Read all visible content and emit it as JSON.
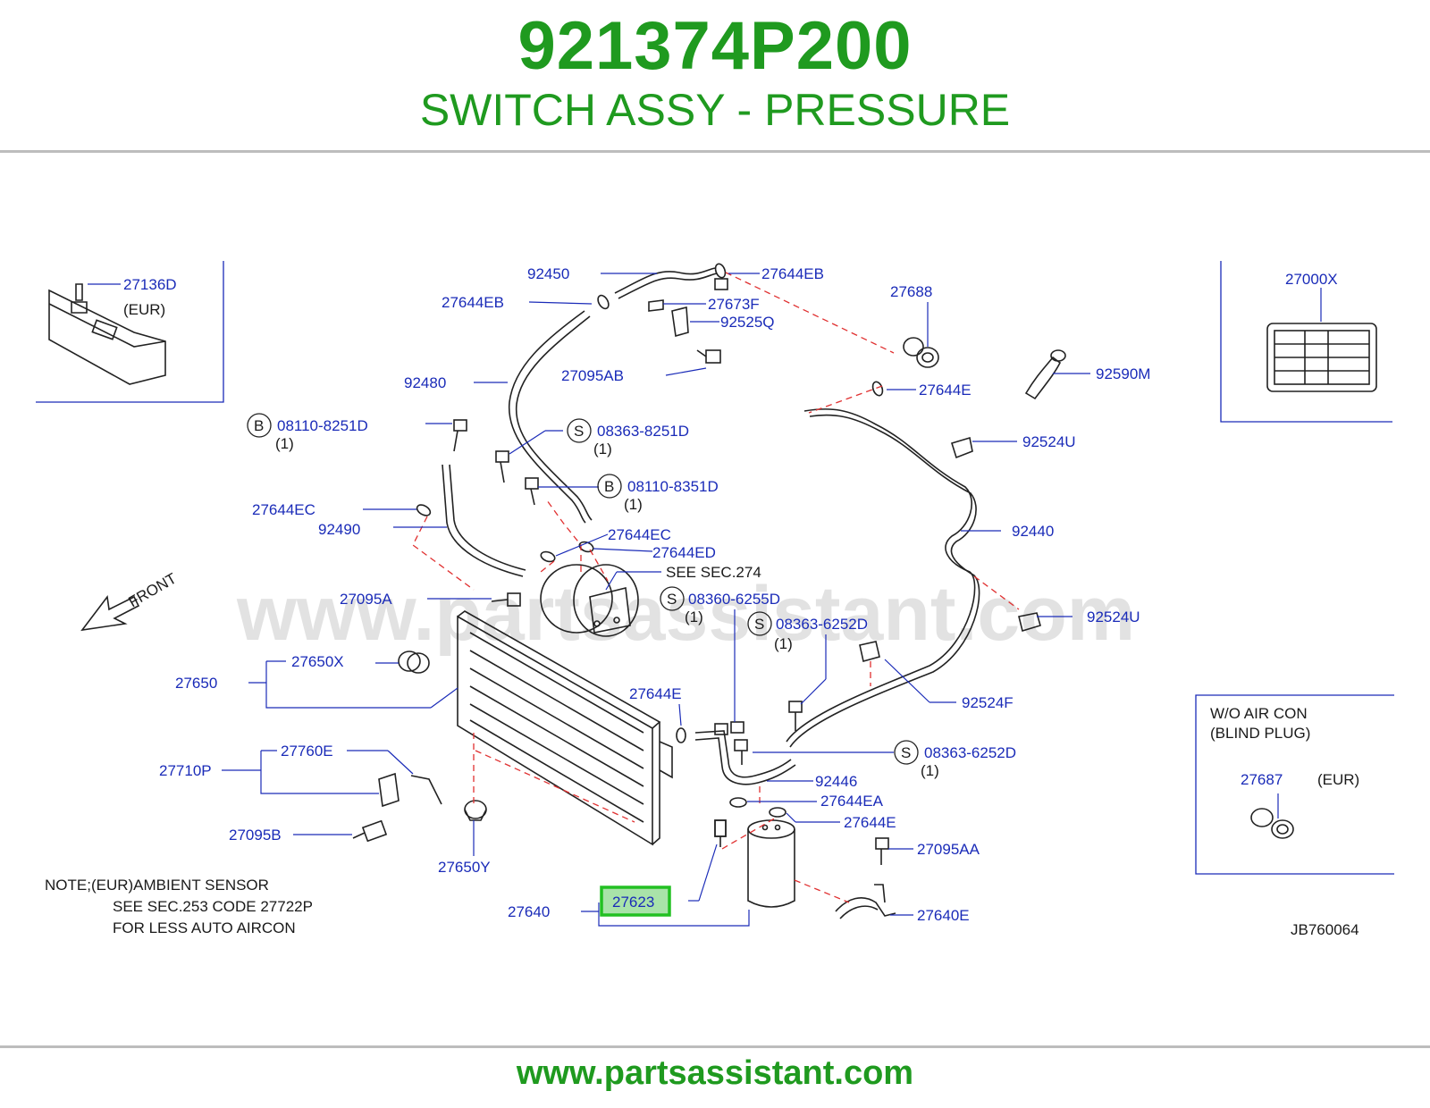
{
  "header": {
    "part_number": "921374P200",
    "description": "SWITCH ASSY - PRESSURE"
  },
  "footer": {
    "url": "www.partsassistant.com"
  },
  "watermark": "www.partsassistant.com",
  "highlight_color": "#22c022",
  "brand_color": "#1f9a1f",
  "label_color": "#1a2bb8",
  "diagram": {
    "front_label": "FRONT",
    "see_sec": "SEE   SEC.274",
    "note": {
      "line1": "NOTE;(EUR)AMBIENT   SENSOR",
      "line2": "SEE   SEC.253   CODE   27722P",
      "line3": "FOR   LESS   AUTO   AIRCON"
    },
    "wo_air_con": {
      "line1": "W/O   AIR   CON",
      "line2": "(BLIND   PLUG)"
    },
    "diagram_code": "JB760064",
    "highlighted_part": "27623",
    "labels": {
      "p27136D": "27136D",
      "eur1": "(EUR)",
      "p92450": "92450",
      "p27644EB_a": "27644EB",
      "p27644EB_b": "27644EB",
      "p27673F": "27673F",
      "p92525Q": "92525Q",
      "p27688": "27688",
      "p27000X": "27000X",
      "p92480": "92480",
      "p27095AB": "27095AB",
      "p27644E_a": "27644E",
      "p92590M": "92590M",
      "p08110_8251D": "08110-8251D",
      "q1_a": "(1)",
      "p08363_8251D": "08363-8251D",
      "q1_b": "(1)",
      "p92524U_a": "92524U",
      "p08110_8351D": "08110-8351D",
      "q1_c": "(1)",
      "p27644EC_a": "27644EC",
      "p92490": "92490",
      "p27644EC_b": "27644EC",
      "p27644ED": "27644ED",
      "p92440": "92440",
      "p27095A": "27095A",
      "p08360_6255D": "08360-6255D",
      "q1_d": "(1)",
      "p92524U_b": "92524U",
      "p08363_6252D_a": "08363-6252D",
      "q1_e": "(1)",
      "p27650": "27650",
      "p27650X": "27650X",
      "p27644E_b": "27644E",
      "p92524F": "92524F",
      "p08363_6252D_b": "08363-6252D",
      "q1_f": "(1)",
      "p27760E": "27760E",
      "p27710P": "27710P",
      "p92446": "92446",
      "p27644EA": "27644EA",
      "p27687": "27687",
      "eur2": "(EUR)",
      "p27644E_c": "27644E",
      "p27095B": "27095B",
      "p27095AA": "27095AA",
      "p27650Y": "27650Y",
      "p27640": "27640",
      "p27640E": "27640E"
    },
    "circle_codes": {
      "b1": "B",
      "s1": "S",
      "b2": "B",
      "s2": "S",
      "s3": "S",
      "s4": "S"
    }
  }
}
